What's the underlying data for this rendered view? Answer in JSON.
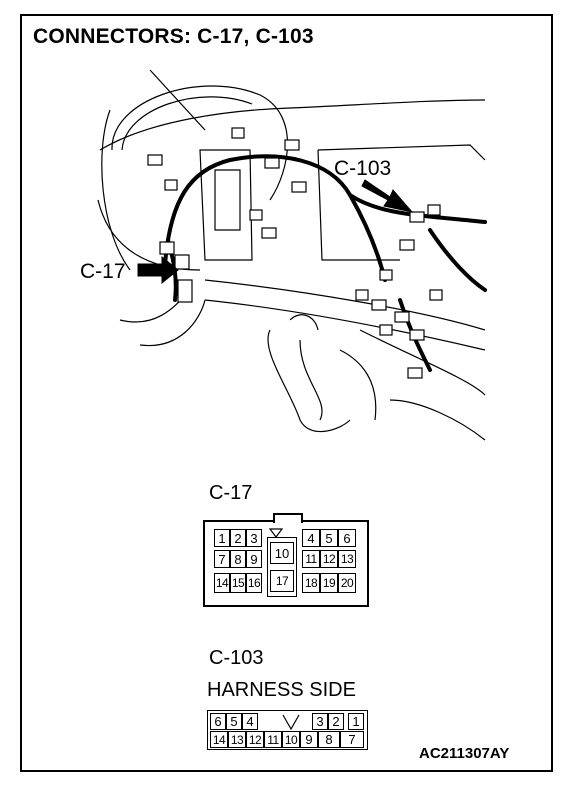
{
  "title": "CONNECTORS: C-17, C-103",
  "diagram_labels": {
    "c103_callout": "C-103",
    "c17_callout": "C-17"
  },
  "c17": {
    "label": "C-17",
    "pins": [
      "1",
      "2",
      "3",
      "4",
      "5",
      "6",
      "7",
      "8",
      "9",
      "10",
      "11",
      "12",
      "13",
      "14",
      "15",
      "16",
      "17",
      "18",
      "19",
      "20"
    ]
  },
  "c103": {
    "label": "C-103",
    "side": "HARNESS SIDE",
    "pins": [
      "1",
      "2",
      "3",
      "4",
      "5",
      "6",
      "7",
      "8",
      "9",
      "10",
      "11",
      "12",
      "13",
      "14"
    ]
  },
  "figure_id": "AC211307AY"
}
